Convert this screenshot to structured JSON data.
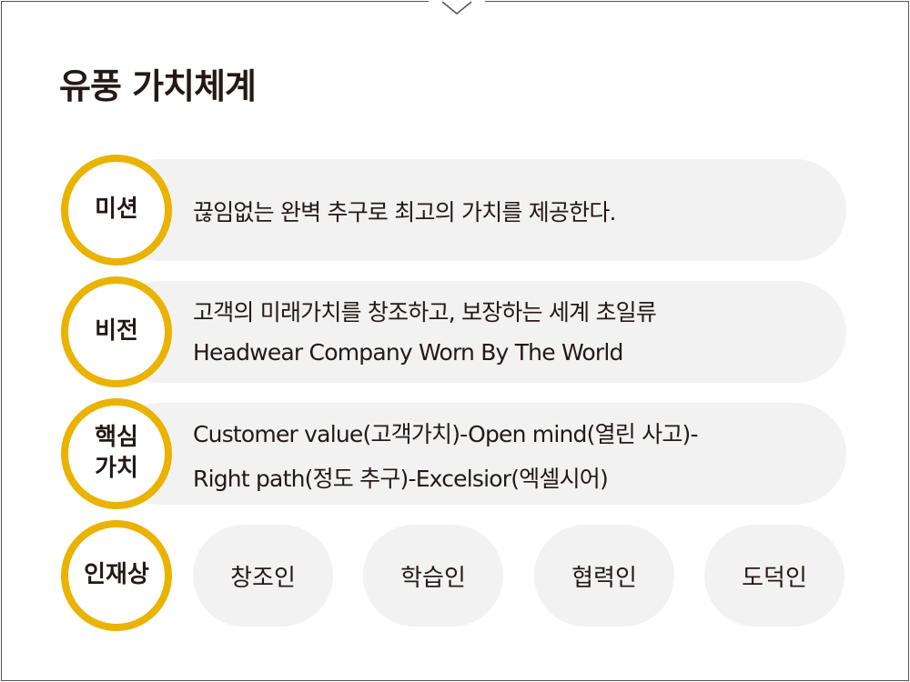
{
  "title": "유풍 가치체계",
  "rows": [
    {
      "label": "미션",
      "lines": [
        "끊임없는 완벽 추구로 최고의 가치를 제공한다."
      ]
    },
    {
      "label": "비전",
      "lines": [
        "고객의 미래가치를 창조하고, 보장하는 세계 초일류",
        "Headwear Company Worn By The World"
      ]
    },
    {
      "label_lines": [
        "핵심",
        "가치"
      ],
      "lines": [
        "Customer value(고객가치)-Open mind(열린 사고)-",
        "Right path(정도 추구)-Excelsior(엑셀시어)"
      ]
    }
  ],
  "talent": {
    "label": "인재상",
    "items": [
      "창조인",
      "학습인",
      "협력인",
      "도덕인"
    ]
  },
  "colors": {
    "accent": "#e9b300",
    "pill_bg": "#f2f2f2",
    "text": "#231916",
    "frame_border": "#555555"
  },
  "icons": {
    "top_notch": "chevron-down-icon"
  }
}
